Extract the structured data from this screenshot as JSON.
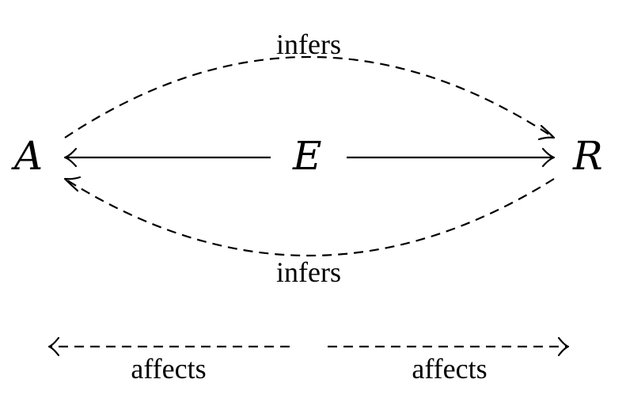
{
  "nodes": {
    "a": "A",
    "e": "E",
    "r": "R"
  },
  "edges": {
    "top_label": "infers",
    "bottom_label": "infers",
    "affects_left_label": "affects",
    "affects_right_label": "affects"
  }
}
